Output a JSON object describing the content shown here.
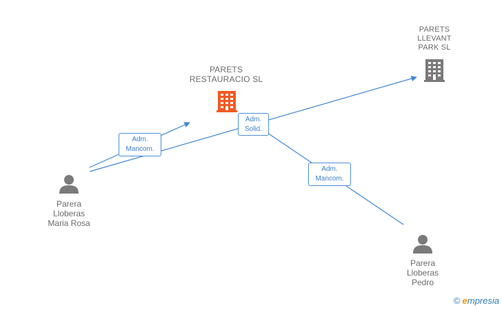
{
  "colors": {
    "edge": "#3f86d6",
    "company_main": "#f15a24",
    "company_other": "#7a7a7a",
    "person": "#7a7a7a",
    "label_text": "#6b6b6b"
  },
  "nodes": {
    "company_main": {
      "label": "PARETS\nRESTAURACIO SL",
      "icon": "building-icon"
    },
    "company_other": {
      "label": "PARETS\nLLEVANT\nPARK SL",
      "icon": "building-icon"
    },
    "person_maria": {
      "label": "Parera\nLloberas\nMaria Rosa",
      "icon": "person-icon"
    },
    "person_pedro": {
      "label": "Parera\nLloberas\nPedro",
      "icon": "person-icon"
    }
  },
  "relations": {
    "adm_mancom_1": "Adm.\nMancom.",
    "adm_solid": "Adm.\nSolid.",
    "adm_mancom_2": "Adm.\nMancom."
  },
  "watermark": {
    "copyright": "©",
    "brand_e": "e",
    "brand_rest": "mpresia"
  }
}
